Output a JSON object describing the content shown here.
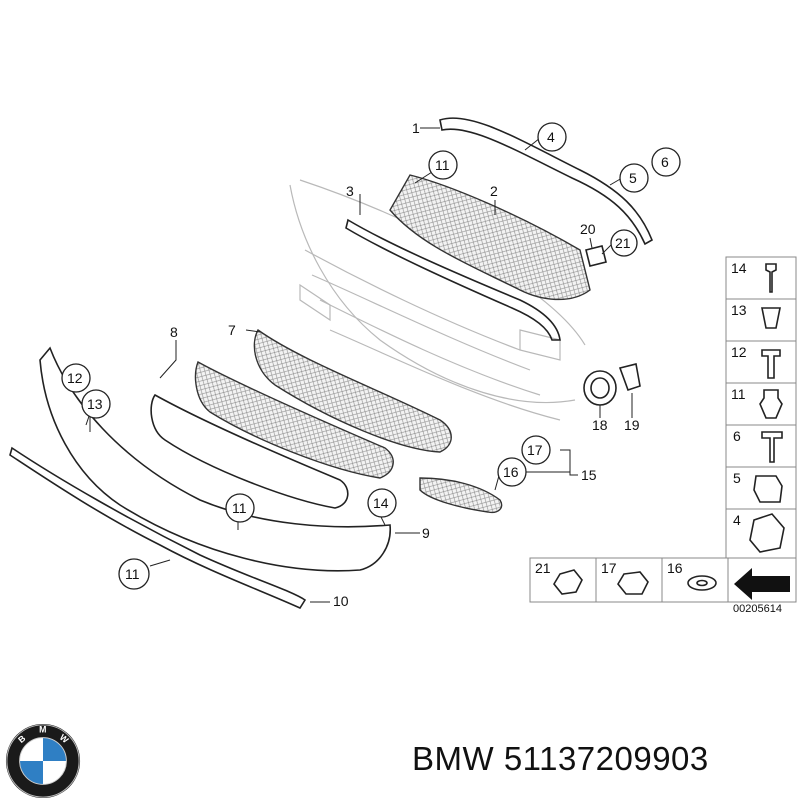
{
  "diagram": {
    "callouts": {
      "c1": "1",
      "c2": "2",
      "c3": "3",
      "c4": "4",
      "c5": "5",
      "c6": "6",
      "c7": "7",
      "c8": "8",
      "c9": "9",
      "c10": "10",
      "c11a": "11",
      "c11b": "11",
      "c11c": "11",
      "c12": "12",
      "c13": "13",
      "c14": "14",
      "c15": "15",
      "c16": "16",
      "c17": "17",
      "c18": "18",
      "c19": "19",
      "c20": "20",
      "c21": "21"
    },
    "side_panel": [
      "14",
      "13",
      "12",
      "11",
      "6",
      "5",
      "4"
    ],
    "bottom_panel": [
      "21",
      "17",
      "16"
    ],
    "drawing_number": "00205614"
  },
  "footer": {
    "brand": "BMW",
    "part_number": "51137209903",
    "logo_letters": "BMW"
  },
  "colors": {
    "line": "#222222",
    "ghost_line": "#b9b9b9",
    "logo_blue": "#2f7fc4",
    "logo_ring": "#1a1a1a"
  }
}
